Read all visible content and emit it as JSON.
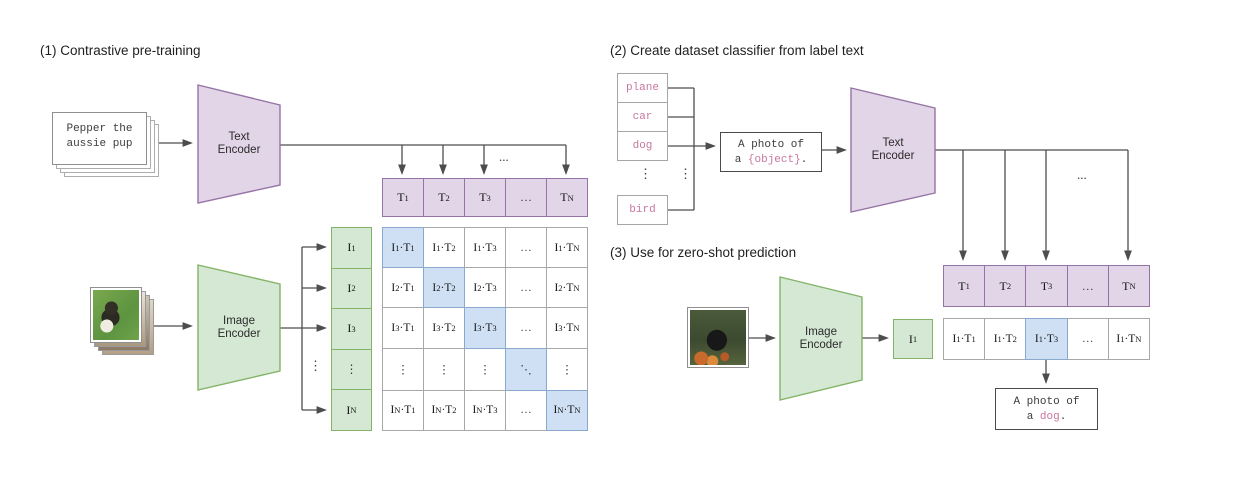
{
  "colors": {
    "purple_fill": "#e1d5e7",
    "purple_border": "#9673a6",
    "green_fill": "#d5e8d4",
    "green_border": "#82b366",
    "blue_fill": "#cfe0f5",
    "blue_border": "#8aa9cf",
    "pink": "#c8779e",
    "line": "#4d4d4d"
  },
  "panel1": {
    "title": "(1) Contrastive pre-training",
    "card": {
      "line1": "Pepper the",
      "line2": "aussie pup"
    },
    "text_encoder": {
      "line1": "Text",
      "line2": "Encoder"
    },
    "image_encoder": {
      "line1": "Image",
      "line2": "Encoder"
    },
    "line_ellipsis": "...",
    "spine_dots": "⋮",
    "text_embeddings": [
      "T1",
      "T2",
      "T3",
      "…",
      "TN"
    ],
    "image_embeddings": [
      "I1",
      "I2",
      "I3",
      "⋮",
      "IN"
    ],
    "matrix_rows": [
      [
        "I1·T1",
        "I1·T2",
        "I1·T3",
        "…",
        "I1·TN"
      ],
      [
        "I2·T1",
        "I2·T2",
        "I2·T3",
        "…",
        "I2·TN"
      ],
      [
        "I3·T1",
        "I3·T2",
        "I3·T3",
        "…",
        "I3·TN"
      ],
      [
        "⋮",
        "⋮",
        "⋮",
        "⋱",
        "⋮"
      ],
      [
        "IN·T1",
        "IN·T2",
        "IN·T3",
        "…",
        "IN·TN"
      ]
    ]
  },
  "panel2": {
    "title": "(2) Create dataset classifier from label text",
    "labels": [
      "plane",
      "car",
      "dog",
      "bird"
    ],
    "label_dots_left": "⋮",
    "label_dots_right": "⋮",
    "prompt": {
      "line1": "A photo of",
      "prefix": "a ",
      "object": "{object}",
      "suffix": "."
    },
    "text_encoder": {
      "line1": "Text",
      "line2": "Encoder"
    },
    "line_ellipsis": "...",
    "text_embeddings": [
      "T1",
      "T2",
      "T3",
      "…",
      "TN"
    ]
  },
  "panel3": {
    "title": "(3) Use for zero-shot prediction",
    "image_encoder": {
      "line1": "Image",
      "line2": "Encoder"
    },
    "image_embedding": "I1",
    "scores": [
      "I1·T1",
      "I1·T2",
      "I1·T3",
      "…",
      "I1·TN"
    ],
    "highlight_index": 2,
    "prediction": {
      "line1": "A photo of",
      "prefix": "a ",
      "object": "dog",
      "suffix": "."
    }
  }
}
